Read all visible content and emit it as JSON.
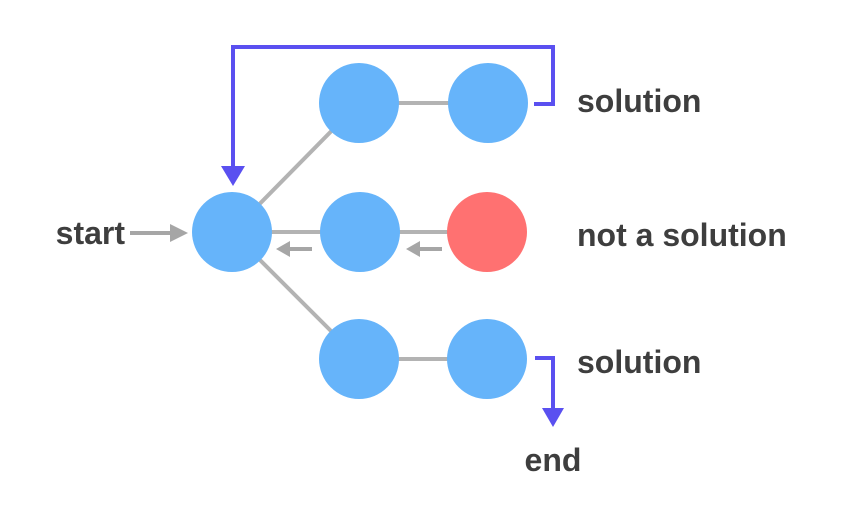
{
  "diagram": {
    "type": "backtracking-search-tree",
    "labels": {
      "start": "start",
      "solution_top": "solution",
      "not_a_solution": "not a solution",
      "solution_bottom": "solution",
      "end": "end"
    },
    "nodes": [
      {
        "id": "start",
        "state": "visited",
        "color_key": "node_blue"
      },
      {
        "id": "top-left",
        "state": "visited",
        "color_key": "node_blue"
      },
      {
        "id": "top-solution",
        "state": "solution",
        "color_key": "node_blue"
      },
      {
        "id": "middle",
        "state": "visited",
        "color_key": "node_blue"
      },
      {
        "id": "not-a-solution",
        "state": "dead-end",
        "color_key": "node_red"
      },
      {
        "id": "bottom-left",
        "state": "visited",
        "color_key": "node_blue"
      },
      {
        "id": "bottom-solution",
        "state": "solution",
        "color_key": "node_blue"
      }
    ]
  },
  "colors": {
    "background": "#ffffff",
    "node_blue": "#66b4fa",
    "node_red": "#ff7171",
    "edge_gray": "#b3b3b3",
    "arrow_gray": "#a6a6a6",
    "path_purple": "#5a50f0",
    "label_text": "#3e3e3e"
  }
}
